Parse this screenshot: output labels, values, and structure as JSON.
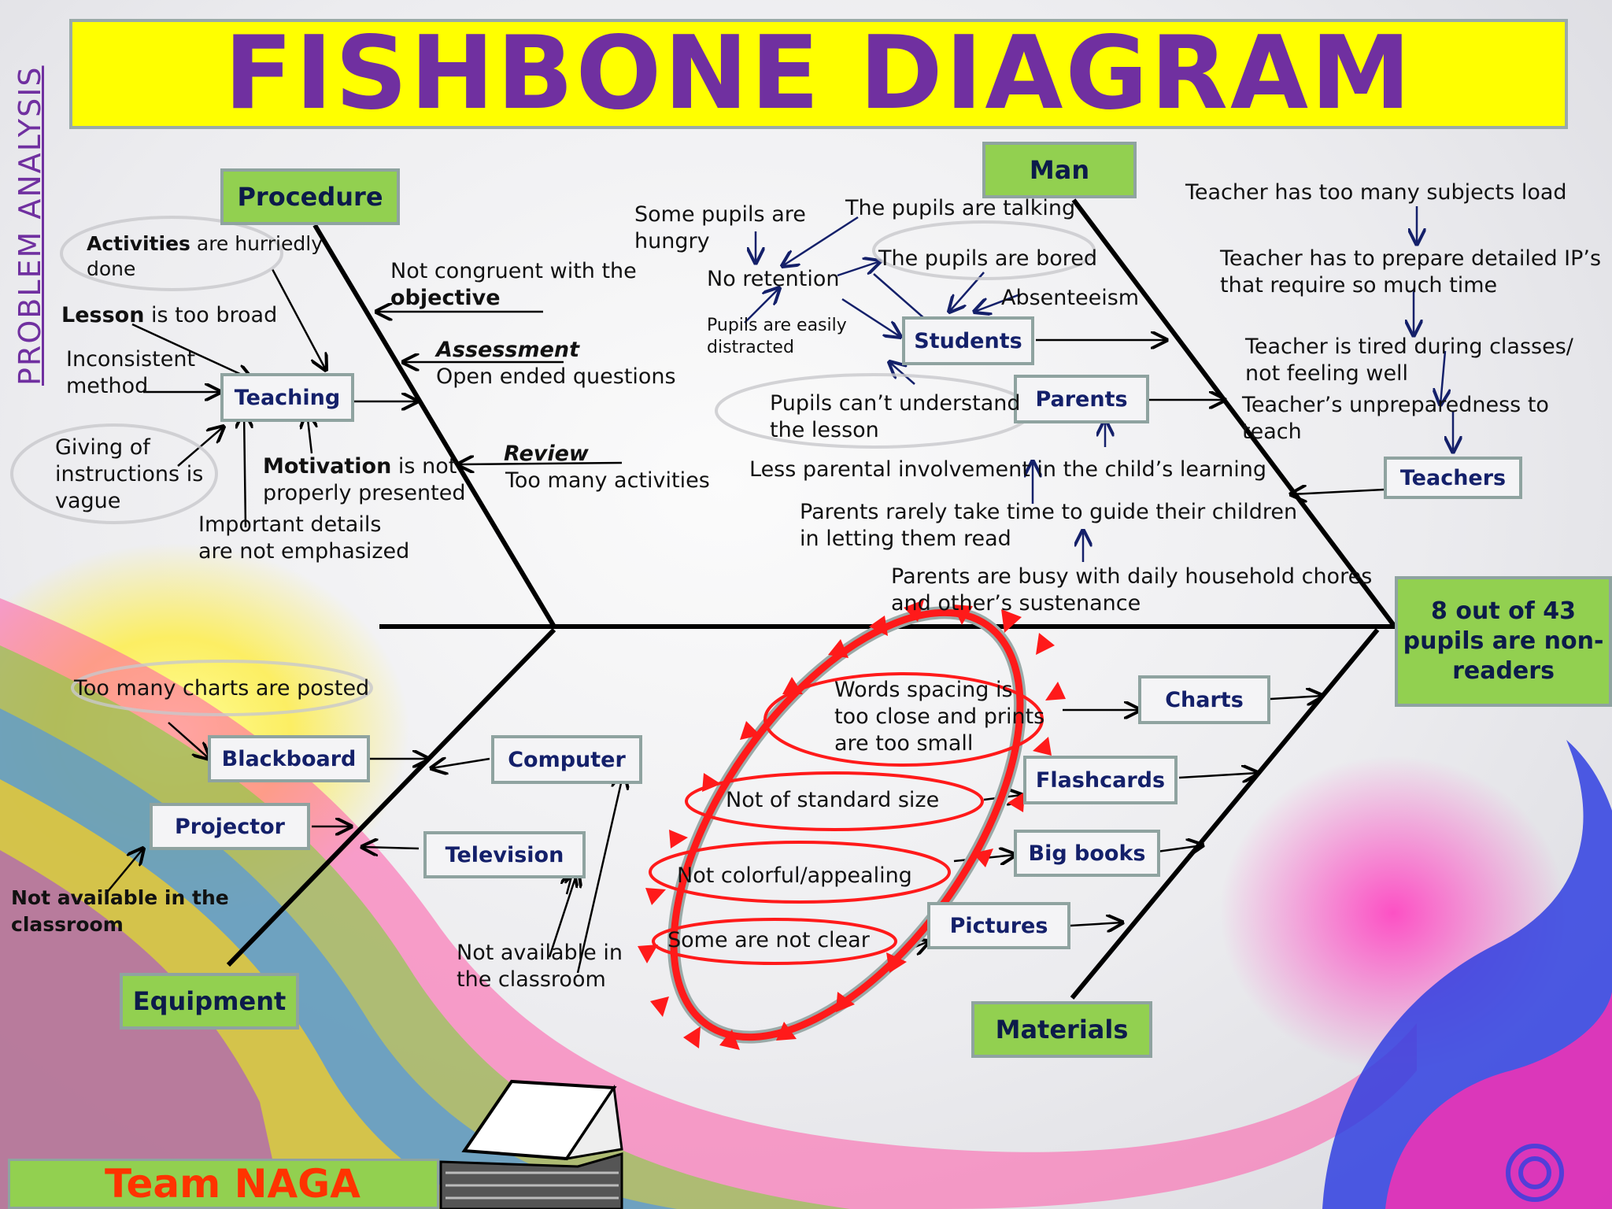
{
  "title": "FISHBONE DIAGRAM",
  "side_label": "PROBLEM ANALYSIS",
  "effect": "8 out of 43\npupils are non-\nreaders",
  "team": "Team NAGA",
  "colors": {
    "title_bg": "#ffff00",
    "title_text": "#7030a0",
    "category_bg": "#92d050",
    "box_border": "#8fa3a0",
    "ring": "#ff1a1a",
    "team_text": "#ff3300"
  },
  "categories": {
    "procedure": "Procedure",
    "man": "Man",
    "equipment": "Equipment",
    "materials": "Materials"
  },
  "sub_causes": {
    "teaching": "Teaching",
    "students": "Students",
    "parents": "Parents",
    "teachers": "Teachers",
    "blackboard": "Blackboard",
    "projector": "Projector",
    "computer": "Computer",
    "television": "Television",
    "charts": "Charts",
    "flashcards": "Flashcards",
    "big_books": "Big books",
    "pictures": "Pictures"
  },
  "procedure_notes": {
    "activities_bold": "Activities",
    "activities_rest": " are hurriedly\ndone",
    "lesson_bold": "Lesson",
    "lesson_rest": " is too broad",
    "inconsistent": "Inconsistent\nmethod",
    "giving": "Giving of\ninstructions is\nvague",
    "motivation_bold": "Motivation",
    "motivation_rest": " is not\nproperly presented",
    "important": "Important details\nare not emphasized",
    "not_congruent": "Not congruent with the",
    "objective": "objective",
    "assessment": "Assessment",
    "open_ended": "Open ended questions",
    "review": "Review",
    "too_many": "Too many activities"
  },
  "man_notes": {
    "hungry": "Some pupils are\nhungry",
    "talking": "The pupils are talking",
    "retention": "No retention",
    "bored": "The pupils are bored",
    "distracted": "Pupils are easily\ndistracted",
    "absenteeism": "Absenteeism",
    "cant_understand": "Pupils can’t understand\nthe lesson",
    "less_parental": "Less parental involvement in the child’s learning",
    "rarely_time": "Parents rarely take time to guide their children\nin letting them read",
    "busy": "Parents are busy with daily household chores\nand other’s sustenance",
    "subjects_load": "Teacher has too many subjects load",
    "detailed_ips": "Teacher has to prepare detailed IP’s\nthat require so much time",
    "tired": "Teacher is tired during classes/\nnot feeling well",
    "unprepared": "Teacher’s unpreparedness to teach"
  },
  "equipment_notes": {
    "charts_posted": "Too many charts are posted",
    "not_available_bold": "Not available in the\nclassroom",
    "not_available": "Not available in\nthe classroom"
  },
  "materials_notes": {
    "spacing": "Words spacing is\ntoo close and prints\nare too small",
    "standard": "Not of standard size",
    "colorful": "Not colorful/appealing",
    "not_clear": "Some are not clear"
  }
}
